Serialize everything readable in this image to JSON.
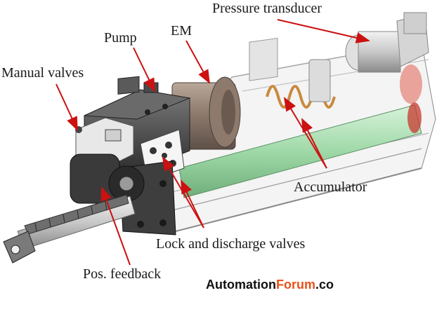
{
  "labels": {
    "pressure_transducer": "Pressure transducer",
    "pump": "Pump",
    "em": "EM",
    "manual_valves": "Manual valves",
    "accumulator": "Accumulator",
    "lock_discharge": "Lock and discharge valves",
    "pos_feedback": "Pos. feedback"
  },
  "brand": {
    "part1": "Automation",
    "part2": "Forum",
    "part3": ".co"
  },
  "colors": {
    "arrow": "#cc1111",
    "brand_accent": "#e8521a",
    "body_dark": "#4a4a4a",
    "accumulator_green": "#9fd9a8",
    "spring": "#d9a05a"
  }
}
